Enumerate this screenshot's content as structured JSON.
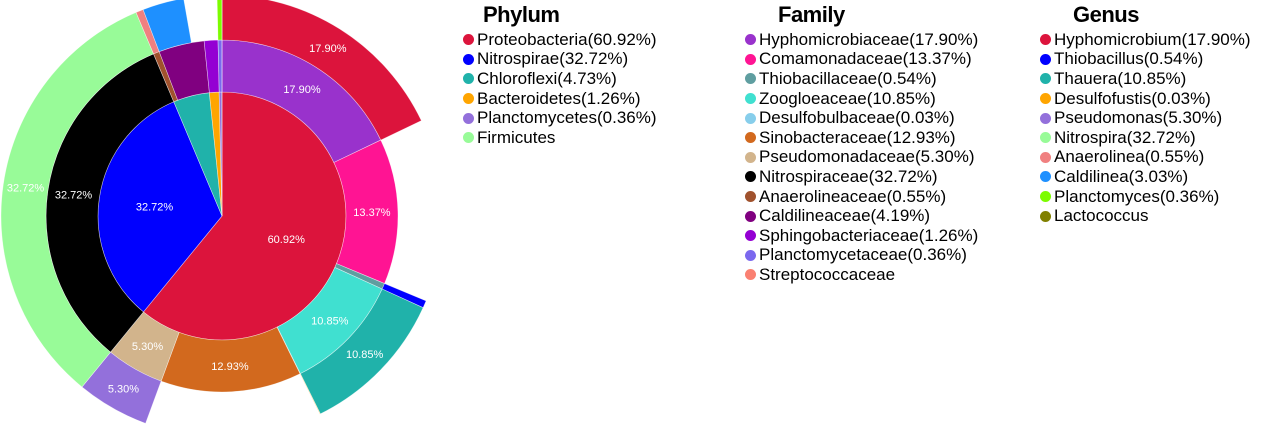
{
  "chart_data": {
    "type": "sunburst",
    "title": "",
    "center": [
      222,
      216
    ],
    "rings": [
      {
        "name": "Phylum",
        "inner_radius": 0,
        "outer_radius": 124,
        "segments": [
          {
            "label": "Proteobacteria",
            "value": 60.92,
            "color": "#DC143C",
            "show_label": "60.92%"
          },
          {
            "label": "Nitrospirae",
            "value": 32.72,
            "color": "#0000FF",
            "show_label": "32.72%"
          },
          {
            "label": "Chloroflexi",
            "value": 4.73,
            "color": "#20B2AA"
          },
          {
            "label": "Bacteroidetes",
            "value": 1.26,
            "color": "#FFA500"
          },
          {
            "label": "Planctomycetes",
            "value": 0.36,
            "color": "#9370DB"
          },
          {
            "label": "Firmicutes",
            "value": 0.01,
            "color": "#98FB98"
          }
        ]
      },
      {
        "name": "Family",
        "inner_radius": 124,
        "outer_radius": 176,
        "segments": [
          {
            "label": "Hyphomicrobiaceae",
            "value": 17.9,
            "color": "#9932CC",
            "show_label": "17.90%"
          },
          {
            "label": "Comamonadaceae",
            "value": 13.37,
            "color": "#FF1493",
            "show_label": "13.37%"
          },
          {
            "label": "Thiobacillaceae",
            "value": 0.54,
            "color": "#5F9EA0"
          },
          {
            "label": "Zoogloeaceae",
            "value": 10.85,
            "color": "#40E0D0",
            "show_label": "10.85%"
          },
          {
            "label": "Desulfobulbaceae",
            "value": 0.03,
            "color": "#87CEEB"
          },
          {
            "label": "Sinobacteraceae",
            "value": 12.93,
            "color": "#D2691E",
            "show_label": "12.93%"
          },
          {
            "label": "Pseudomonadaceae",
            "value": 5.3,
            "color": "#D2B48C",
            "show_label": "5.30%"
          },
          {
            "label": "Nitrospiraceae",
            "value": 32.72,
            "color": "#000000",
            "show_label": "32.72%"
          },
          {
            "label": "Anaerolineaceae",
            "value": 0.55,
            "color": "#A0522D"
          },
          {
            "label": "Caldilineaceae",
            "value": 4.19,
            "color": "#800080"
          },
          {
            "label": "Sphingobacteriaceae",
            "value": 1.26,
            "color": "#9400D3"
          },
          {
            "label": "Planctomycetaceae",
            "value": 0.36,
            "color": "#7B68EE"
          },
          {
            "label": "Streptococcaceae",
            "value": 0.01,
            "color": "#FA8072"
          }
        ]
      },
      {
        "name": "Genus",
        "inner_radius": 176,
        "outer_radius": 221,
        "segments": [
          {
            "label": "Hyphomicrobium",
            "value": 17.9,
            "color": "#DC143C",
            "show_label": "17.90%"
          },
          {
            "label": null,
            "value": 13.37,
            "color": null
          },
          {
            "label": "Thiobacillus",
            "value": 0.54,
            "color": "#0000FF"
          },
          {
            "label": "Thauera",
            "value": 10.85,
            "color": "#20B2AA",
            "show_label": "10.85%"
          },
          {
            "label": "Desulfofustis",
            "value": 0.03,
            "color": "#FFA500"
          },
          {
            "label": null,
            "value": 12.93,
            "color": null
          },
          {
            "label": "Pseudomonas",
            "value": 5.3,
            "color": "#9370DB",
            "show_label": "5.30%"
          },
          {
            "label": "Nitrospira",
            "value": 32.72,
            "color": "#98FB98",
            "show_label": "32.72%"
          },
          {
            "label": "Anaerolinea",
            "value": 0.55,
            "color": "#F08080"
          },
          {
            "label": "Caldilinea",
            "value": 3.03,
            "color": "#1E90FF"
          },
          {
            "label": null,
            "value": 2.42,
            "color": null
          },
          {
            "label": "Planctomyces",
            "value": 0.36,
            "color": "#7CFC00"
          },
          {
            "label": "Lactococcus",
            "value": 0.01,
            "color": "#808000"
          }
        ]
      }
    ]
  },
  "legends": {
    "phylum": {
      "title": "Phylum",
      "items": [
        {
          "text": "Proteobacteria(60.92%)",
          "color": "#DC143C"
        },
        {
          "text": "Nitrospirae(32.72%)",
          "color": "#0000FF"
        },
        {
          "text": "Chloroflexi(4.73%)",
          "color": "#20B2AA"
        },
        {
          "text": "Bacteroidetes(1.26%)",
          "color": "#FFA500"
        },
        {
          "text": "Planctomycetes(0.36%)",
          "color": "#9370DB"
        },
        {
          "text": "Firmicutes",
          "color": "#98FB98"
        }
      ]
    },
    "family": {
      "title": "Family",
      "items": [
        {
          "text": "Hyphomicrobiaceae(17.90%)",
          "color": "#9932CC"
        },
        {
          "text": "Comamonadaceae(13.37%)",
          "color": "#FF1493"
        },
        {
          "text": "Thiobacillaceae(0.54%)",
          "color": "#5F9EA0"
        },
        {
          "text": "Zoogloeaceae(10.85%)",
          "color": "#40E0D0"
        },
        {
          "text": "Desulfobulbaceae(0.03%)",
          "color": "#87CEEB"
        },
        {
          "text": "Sinobacteraceae(12.93%)",
          "color": "#D2691E"
        },
        {
          "text": "Pseudomonadaceae(5.30%)",
          "color": "#D2B48C"
        },
        {
          "text": "Nitrospiraceae(32.72%)",
          "color": "#000000"
        },
        {
          "text": "Anaerolineaceae(0.55%)",
          "color": "#A0522D"
        },
        {
          "text": "Caldilineaceae(4.19%)",
          "color": "#800080"
        },
        {
          "text": "Sphingobacteriaceae(1.26%)",
          "color": "#9400D3"
        },
        {
          "text": "Planctomycetaceae(0.36%)",
          "color": "#7B68EE"
        },
        {
          "text": "Streptococcaceae",
          "color": "#FA8072"
        }
      ]
    },
    "genus": {
      "title": "Genus",
      "items": [
        {
          "text": "Hyphomicrobium(17.90%)",
          "color": "#DC143C"
        },
        {
          "text": "Thiobacillus(0.54%)",
          "color": "#0000FF"
        },
        {
          "text": "Thauera(10.85%)",
          "color": "#20B2AA"
        },
        {
          "text": "Desulfofustis(0.03%)",
          "color": "#FFA500"
        },
        {
          "text": "Pseudomonas(5.30%)",
          "color": "#9370DB"
        },
        {
          "text": "Nitrospira(32.72%)",
          "color": "#98FB98"
        },
        {
          "text": "Anaerolinea(0.55%)",
          "color": "#F08080"
        },
        {
          "text": "Caldilinea(3.03%)",
          "color": "#1E90FF"
        },
        {
          "text": "Planctomyces(0.36%)",
          "color": "#7CFC00"
        },
        {
          "text": "Lactococcus",
          "color": "#808000"
        }
      ]
    }
  }
}
